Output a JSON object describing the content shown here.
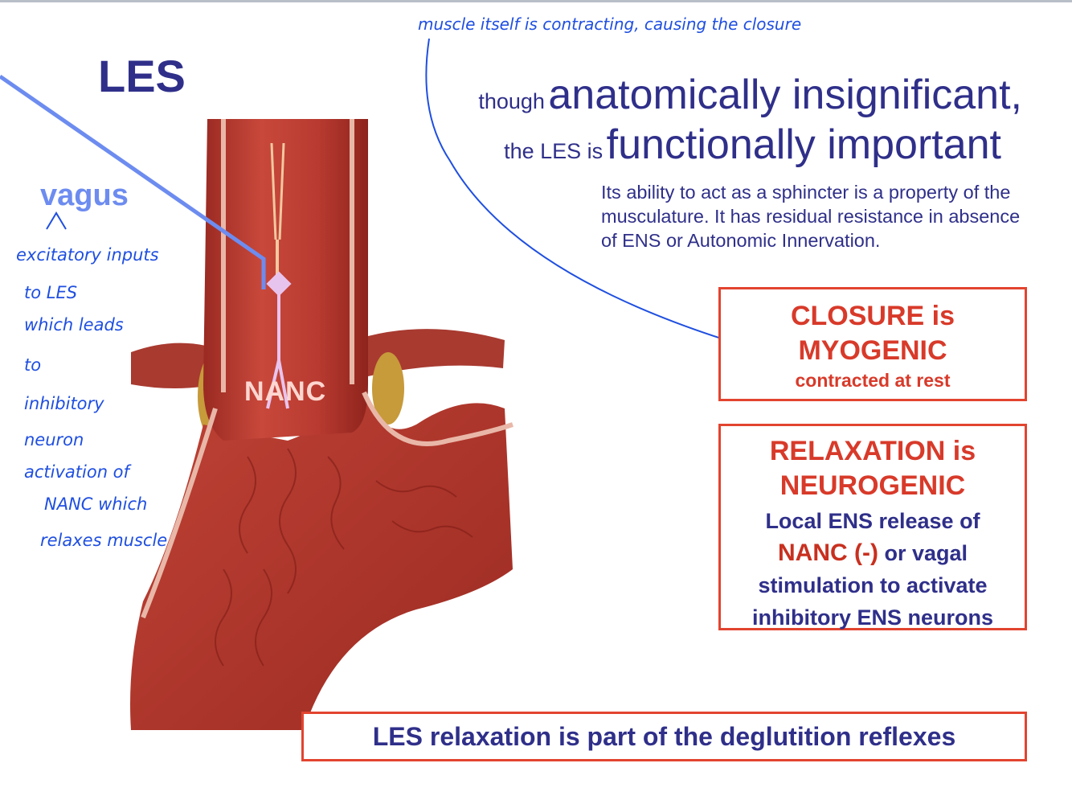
{
  "slide": {
    "title": "LES",
    "vagus_label": "vagus",
    "headline": {
      "line1_small": "though",
      "line1_big": "anatomically insignificant,",
      "line2_small": "the LES is",
      "line2_big": "functionally important"
    },
    "description": "Its ability to act as a sphincter is a property of the musculature.  It has residual resistance in absence of ENS or Autonomic Innervation.",
    "closure_box": {
      "line1": "CLOSURE is",
      "line2": "MYOGENIC",
      "sub": "contracted at rest"
    },
    "relaxation_box": {
      "line1": "RELAXATION is",
      "line2": "NEUROGENIC",
      "body1": "Local ENS release of",
      "nanc": "NANC (-)",
      "body2": "or vagal",
      "body3": "stimulation to activate",
      "body4": "inhibitory ENS neurons"
    },
    "footer_box": "LES relaxation is part of the deglutition reflexes",
    "diagram_label": "NANC"
  },
  "annotations": {
    "top_note": "muscle itself is contracting, causing the closure",
    "left_note": [
      "excitatory inputs",
      "to LES",
      "which leads",
      "to",
      "inhibitory",
      "neuron",
      "activation of",
      "NANC which",
      "relaxes muscle"
    ]
  },
  "colors": {
    "title": "#2f2f8a",
    "vagus": "#6d8cf0",
    "box_border": "#e2442f",
    "box_heading": "#d83a2a",
    "ink": "#1f4fe0",
    "tissue": "#b3322a"
  }
}
